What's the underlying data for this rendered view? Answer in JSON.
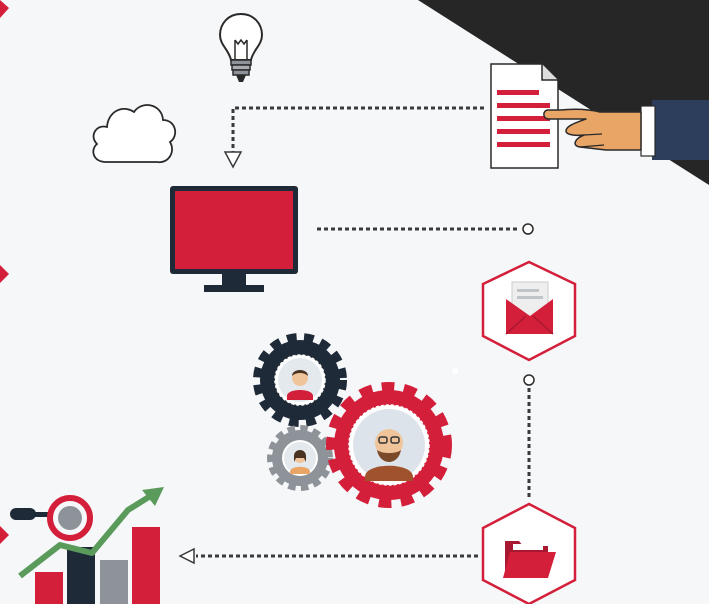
{
  "canvas": {
    "background": "#f6f7f9"
  },
  "colors": {
    "accent_red": "#d41f3a",
    "dark_navy": "#1e2a38",
    "gray": "#8e939a",
    "green": "#5a9a5a",
    "dark_corner": "#262626",
    "outline": "#2a2a2a",
    "skin": "#e8a566",
    "dashed_line": "#3a3a3a"
  },
  "icons": [
    "lightbulb-icon",
    "cloud-icon",
    "document-icon",
    "pointing-hand-icon",
    "monitor-icon",
    "envelope-hexagon-icon",
    "gears-team-icon",
    "folder-hexagon-icon",
    "growth-chart-icon",
    "magnifier-icon"
  ],
  "connectors": [
    {
      "from": "document-icon",
      "to": "monitor-icon",
      "style": "dashed",
      "end": "arrow"
    },
    {
      "from": "monitor-icon",
      "to": "circle-node",
      "style": "dashed",
      "end": "circle"
    },
    {
      "from": "circle-node",
      "to": "folder-hexagon-icon",
      "style": "dashed",
      "end": "circle"
    },
    {
      "from": "folder-hexagon-icon",
      "to": "growth-chart-icon",
      "style": "dashed",
      "end": "arrow"
    }
  ],
  "chart_icon": {
    "bar_colors": [
      "#d41f3a",
      "#1e2a38",
      "#8e939a",
      "#d41f3a"
    ]
  }
}
